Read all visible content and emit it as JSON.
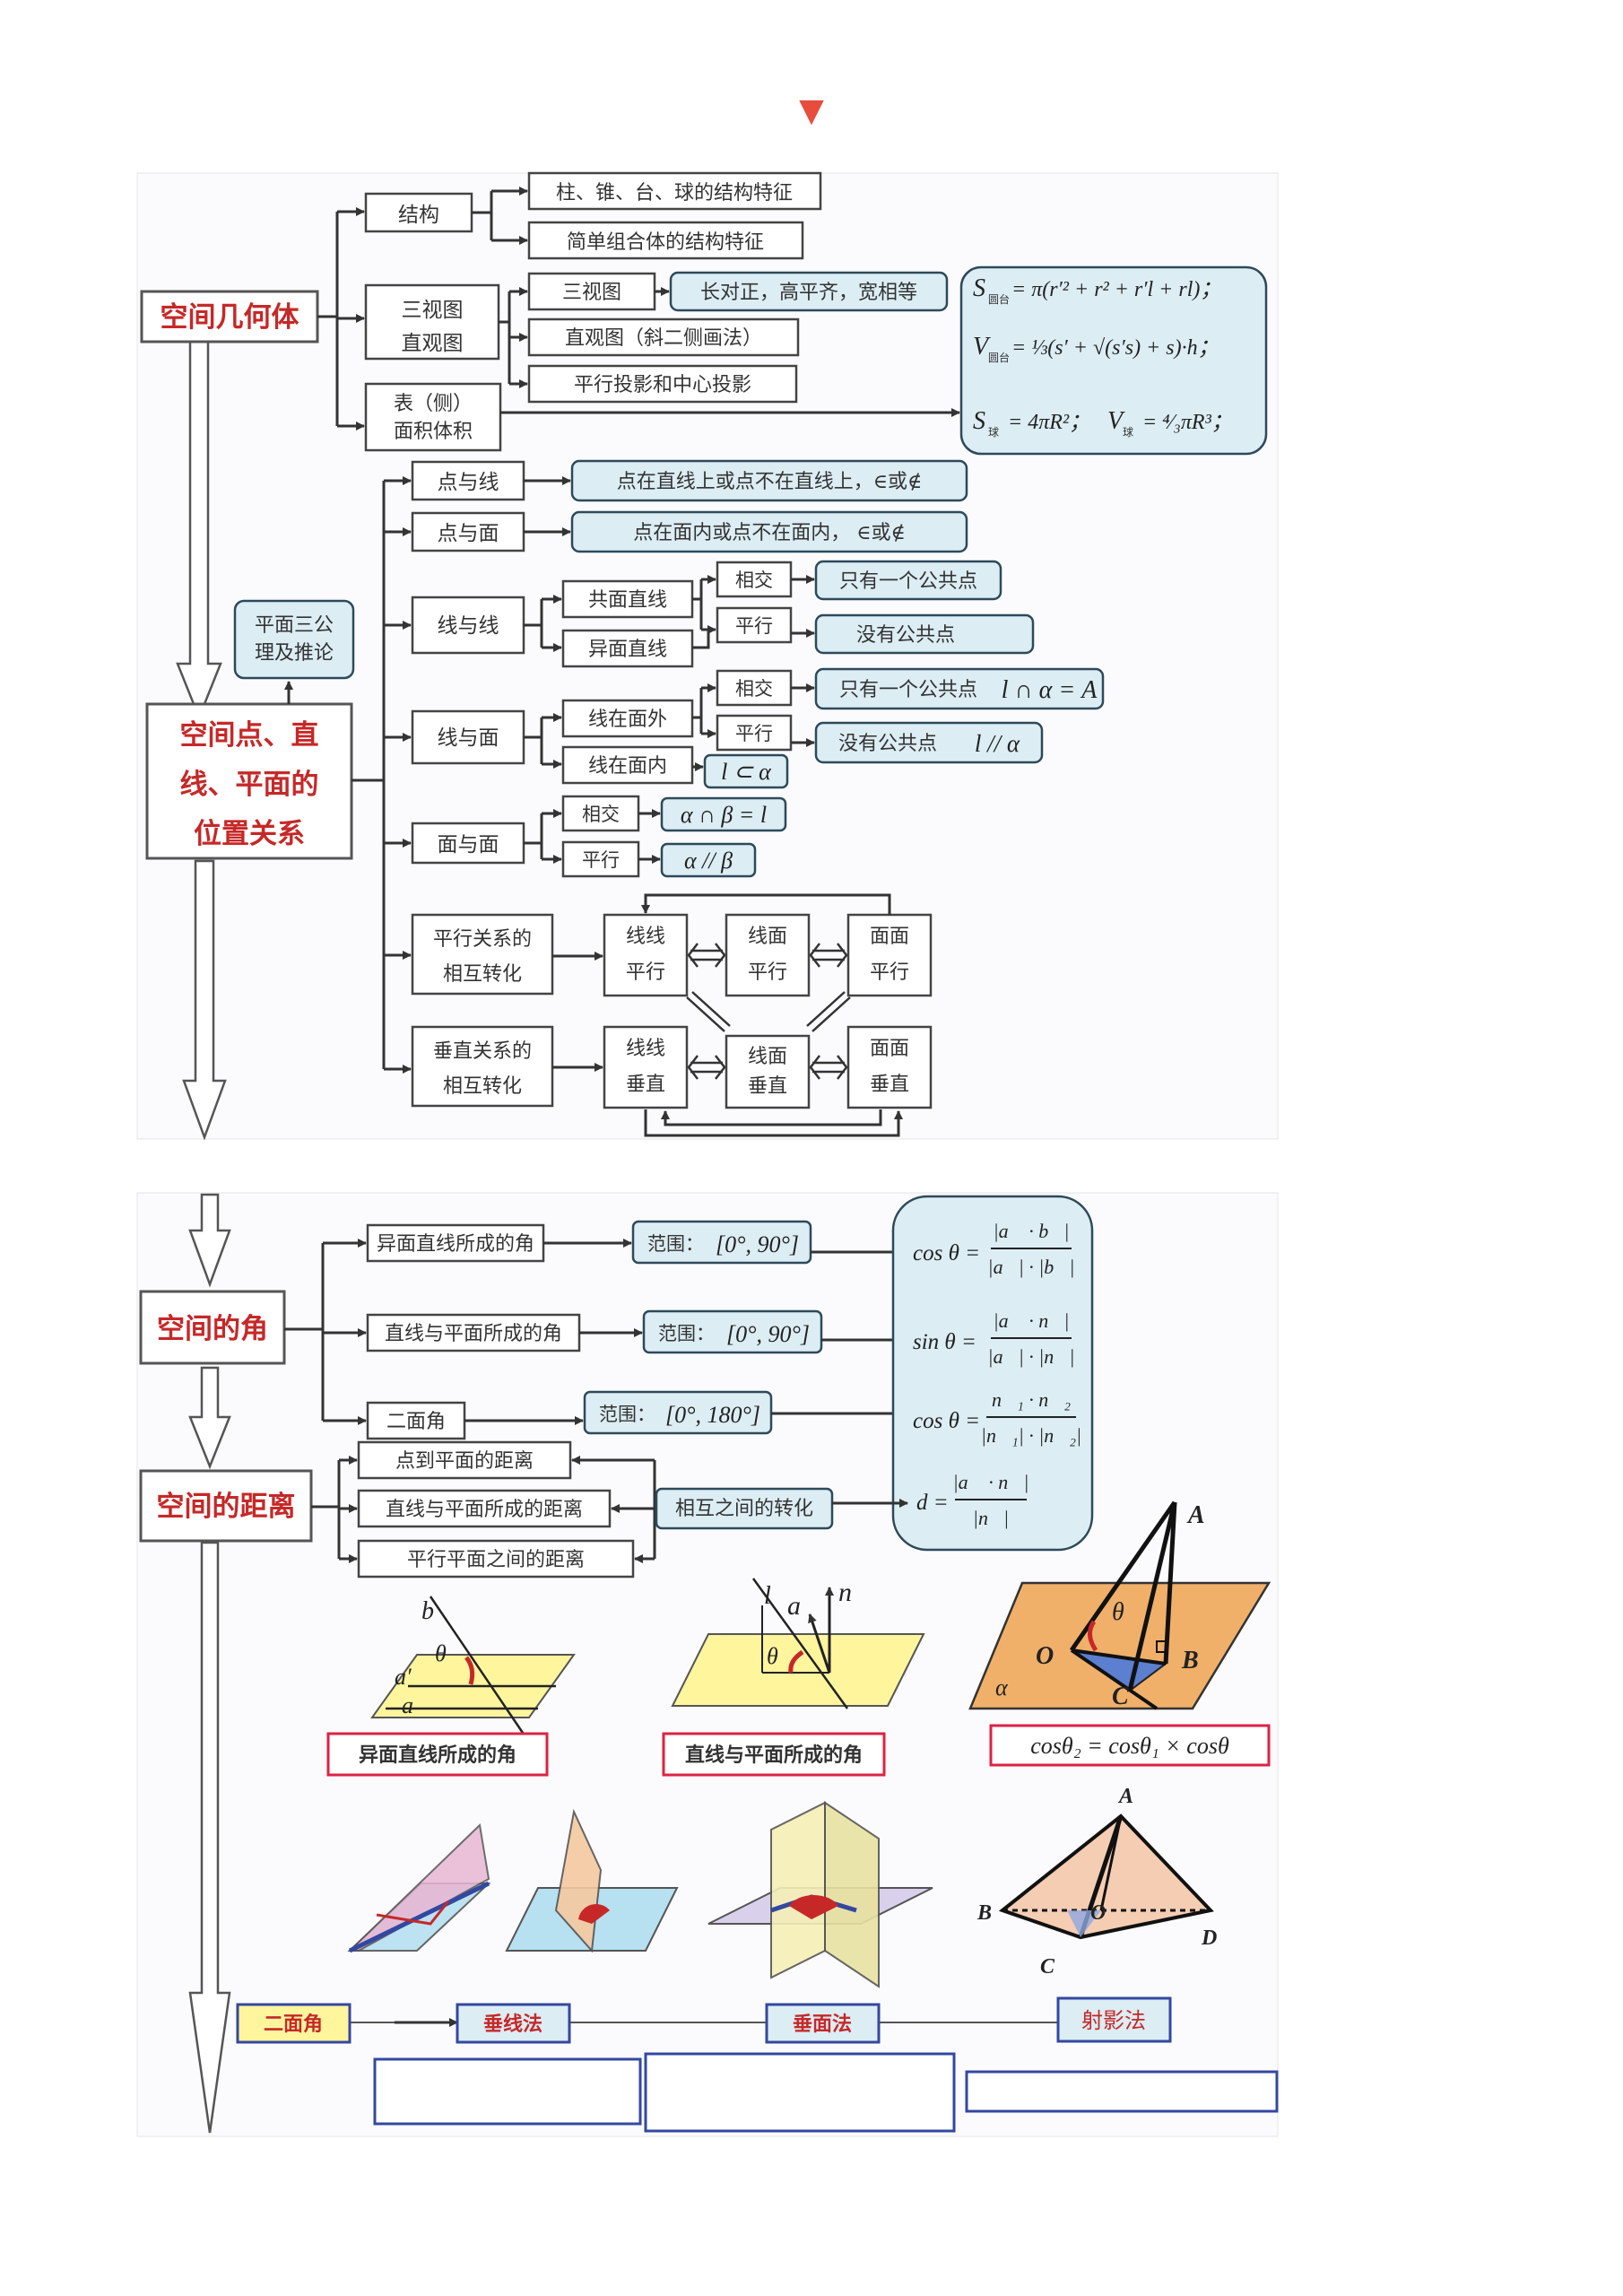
{
  "marker": "▼",
  "panel1": {
    "root": "空间几何体",
    "structure": "结构",
    "structure_items": [
      "柱、锥、台、球的结构特征",
      "简单组合体的结构特征"
    ],
    "views": [
      "三视图",
      "直观图"
    ],
    "views_items": [
      "三视图",
      "直观图（斜二侧画法）",
      "平行投影和中心投影"
    ],
    "three_view_rule": "长对正，高平齐，宽相等",
    "surface": [
      "表（侧）",
      "面积体积"
    ],
    "formula_box": {
      "f1_lhs": "S",
      "f1_sub": "圆台",
      "f1_rhs": "= π(r′² + r² + r′l + rl)；",
      "f2_lhs": "V",
      "f2_sub": "圆台",
      "f2_rhs": "= ⅓(s′ + √(s′s) + s)·h；",
      "f3_lhs": "S",
      "f3_sub": "球",
      "f3_mid": "= 4πR²；",
      "f3_lhs2": "V",
      "f3_sub2": "球",
      "f3_rhs": "= ⁴⁄₃πR³；"
    },
    "root2": [
      "空间点、直",
      "线、平面的",
      "位置关系"
    ],
    "axioms": [
      "平面三公",
      "理及推论"
    ],
    "point_line": "点与线",
    "point_line_desc": "点在直线上或点不在直线上，∈或∉",
    "point_plane": "点与面",
    "point_plane_desc": "点在面内或点不在面内，     ∈或∉",
    "line_line": "线与线",
    "coplanar": "共面直线",
    "skew": "异面直线",
    "intersect": "相交",
    "parallel": "平行",
    "one_common": "只有一个公共点",
    "no_common": "没有公共点",
    "line_plane": "线与面",
    "outside": "线在面外",
    "inside": "线在面内",
    "one_common_formula": "l ∩ α = A",
    "no_common_formula": "l // α",
    "inside_formula": "l ⊂ α",
    "plane_plane": "面与面",
    "pp_intersect_formula": "α ∩ β = l",
    "pp_parallel_formula": "α // β",
    "parallel_transform": [
      "平行关系的",
      "相互转化"
    ],
    "perp_transform": [
      "垂直关系的",
      "相互转化"
    ],
    "par_boxes": [
      [
        "线线",
        "平行"
      ],
      [
        "线面",
        "平行"
      ],
      [
        "面面",
        "平行"
      ]
    ],
    "perp_boxes": [
      [
        "线线",
        "垂直"
      ],
      [
        "线面",
        "垂直"
      ],
      [
        "面面",
        "垂直"
      ]
    ]
  },
  "panel2": {
    "angles": "空间的角",
    "distances": "空间的距离",
    "skew_angle": "异面直线所成的角",
    "line_plane_angle": "直线与平面所成的角",
    "dihedral": "二面角",
    "range_label": "范围：",
    "range1": "[0°, 90°]",
    "range2": "[0°, 90°]",
    "range3": "[0°, 180°]",
    "dist_items": [
      "点到平面的距离",
      "直线与平面所成的距离",
      "平行平面之间的距离"
    ],
    "convert": "相互之间的转化",
    "formulas": [
      {
        "lhs": "cos θ =",
        "num": "|a⃗ · b⃗|",
        "den": "|a⃗| · |b⃗|"
      },
      {
        "lhs": "sin θ =",
        "num": "|a⃗ · n⃗|",
        "den": "|a⃗| · |n⃗|"
      },
      {
        "lhs": "cos θ =",
        "num": "n⃗₁ · n⃗₂",
        "den": "|n⃗₁| · |n⃗₂|"
      },
      {
        "lhs": "d =",
        "num": "|a⃗ · n⃗|",
        "den": "|n⃗|"
      }
    ],
    "fig1_labels": {
      "b": "b",
      "a1": "a′",
      "a": "a",
      "theta": "θ"
    },
    "fig1_caption": "异面直线所成的角",
    "fig2_labels": {
      "l": "l",
      "a": "a⃗",
      "n": "n⃗",
      "theta": "θ"
    },
    "fig2_caption": "直线与平面所成的角",
    "fig3_labels": {
      "A": "A",
      "B": "B",
      "C": "C",
      "O": "O",
      "alpha": "α",
      "theta": "θ"
    },
    "fig3_caption": "cosθ₂ = cosθ₁ × cosθ",
    "pyramid_labels": {
      "A": "A",
      "B": "B",
      "C": "C",
      "D": "D",
      "O": "O"
    },
    "bottom_labels": [
      "二面角",
      "垂线法",
      "垂面法",
      "射影法"
    ]
  },
  "colors": {
    "blue_fill": "#dcedf4",
    "red": "#c62828",
    "yellow": "#fff59d",
    "orange": "#f0b06a",
    "marker": "#e74c3c"
  }
}
